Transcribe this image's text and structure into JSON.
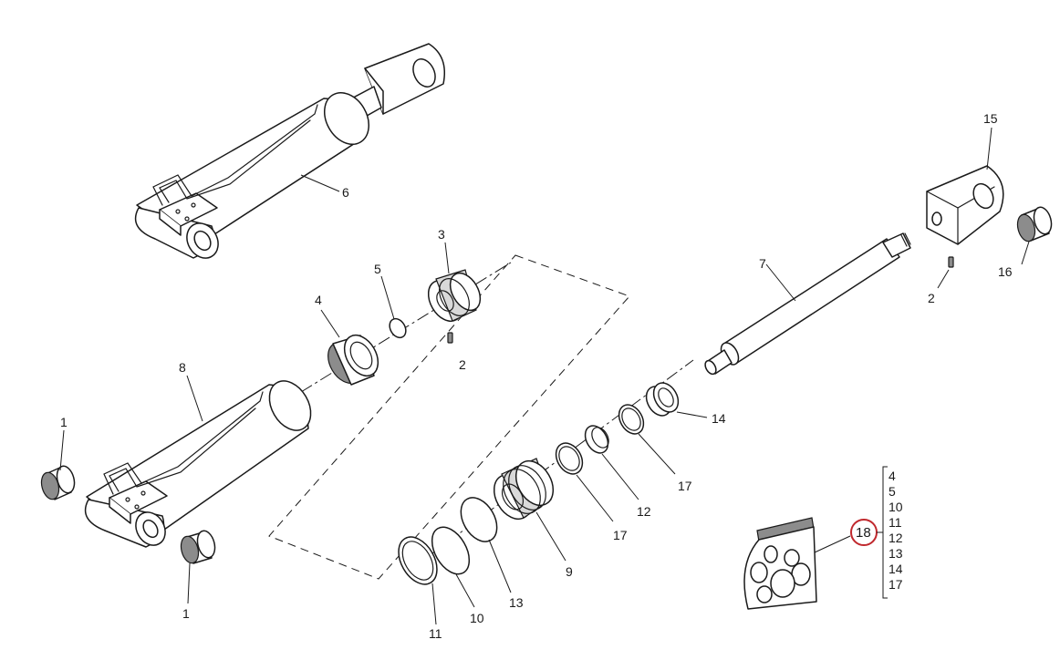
{
  "callouts": {
    "c1a": "1",
    "c1b": "1",
    "c2a": "2",
    "c2b": "2",
    "c3": "3",
    "c4": "4",
    "c5": "5",
    "c6": "6",
    "c7": "7",
    "c8": "8",
    "c9": "9",
    "c10": "10",
    "c11": "11",
    "c12": "12",
    "c13": "13",
    "c14": "14",
    "c15": "15",
    "c16": "16",
    "c17a": "17",
    "c17b": "17",
    "c18": "18"
  },
  "kit_contents": [
    "4",
    "5",
    "10",
    "11",
    "12",
    "13",
    "14",
    "17"
  ],
  "colors": {
    "ink": "#1a1a1a",
    "highlight": "#c0282d"
  }
}
